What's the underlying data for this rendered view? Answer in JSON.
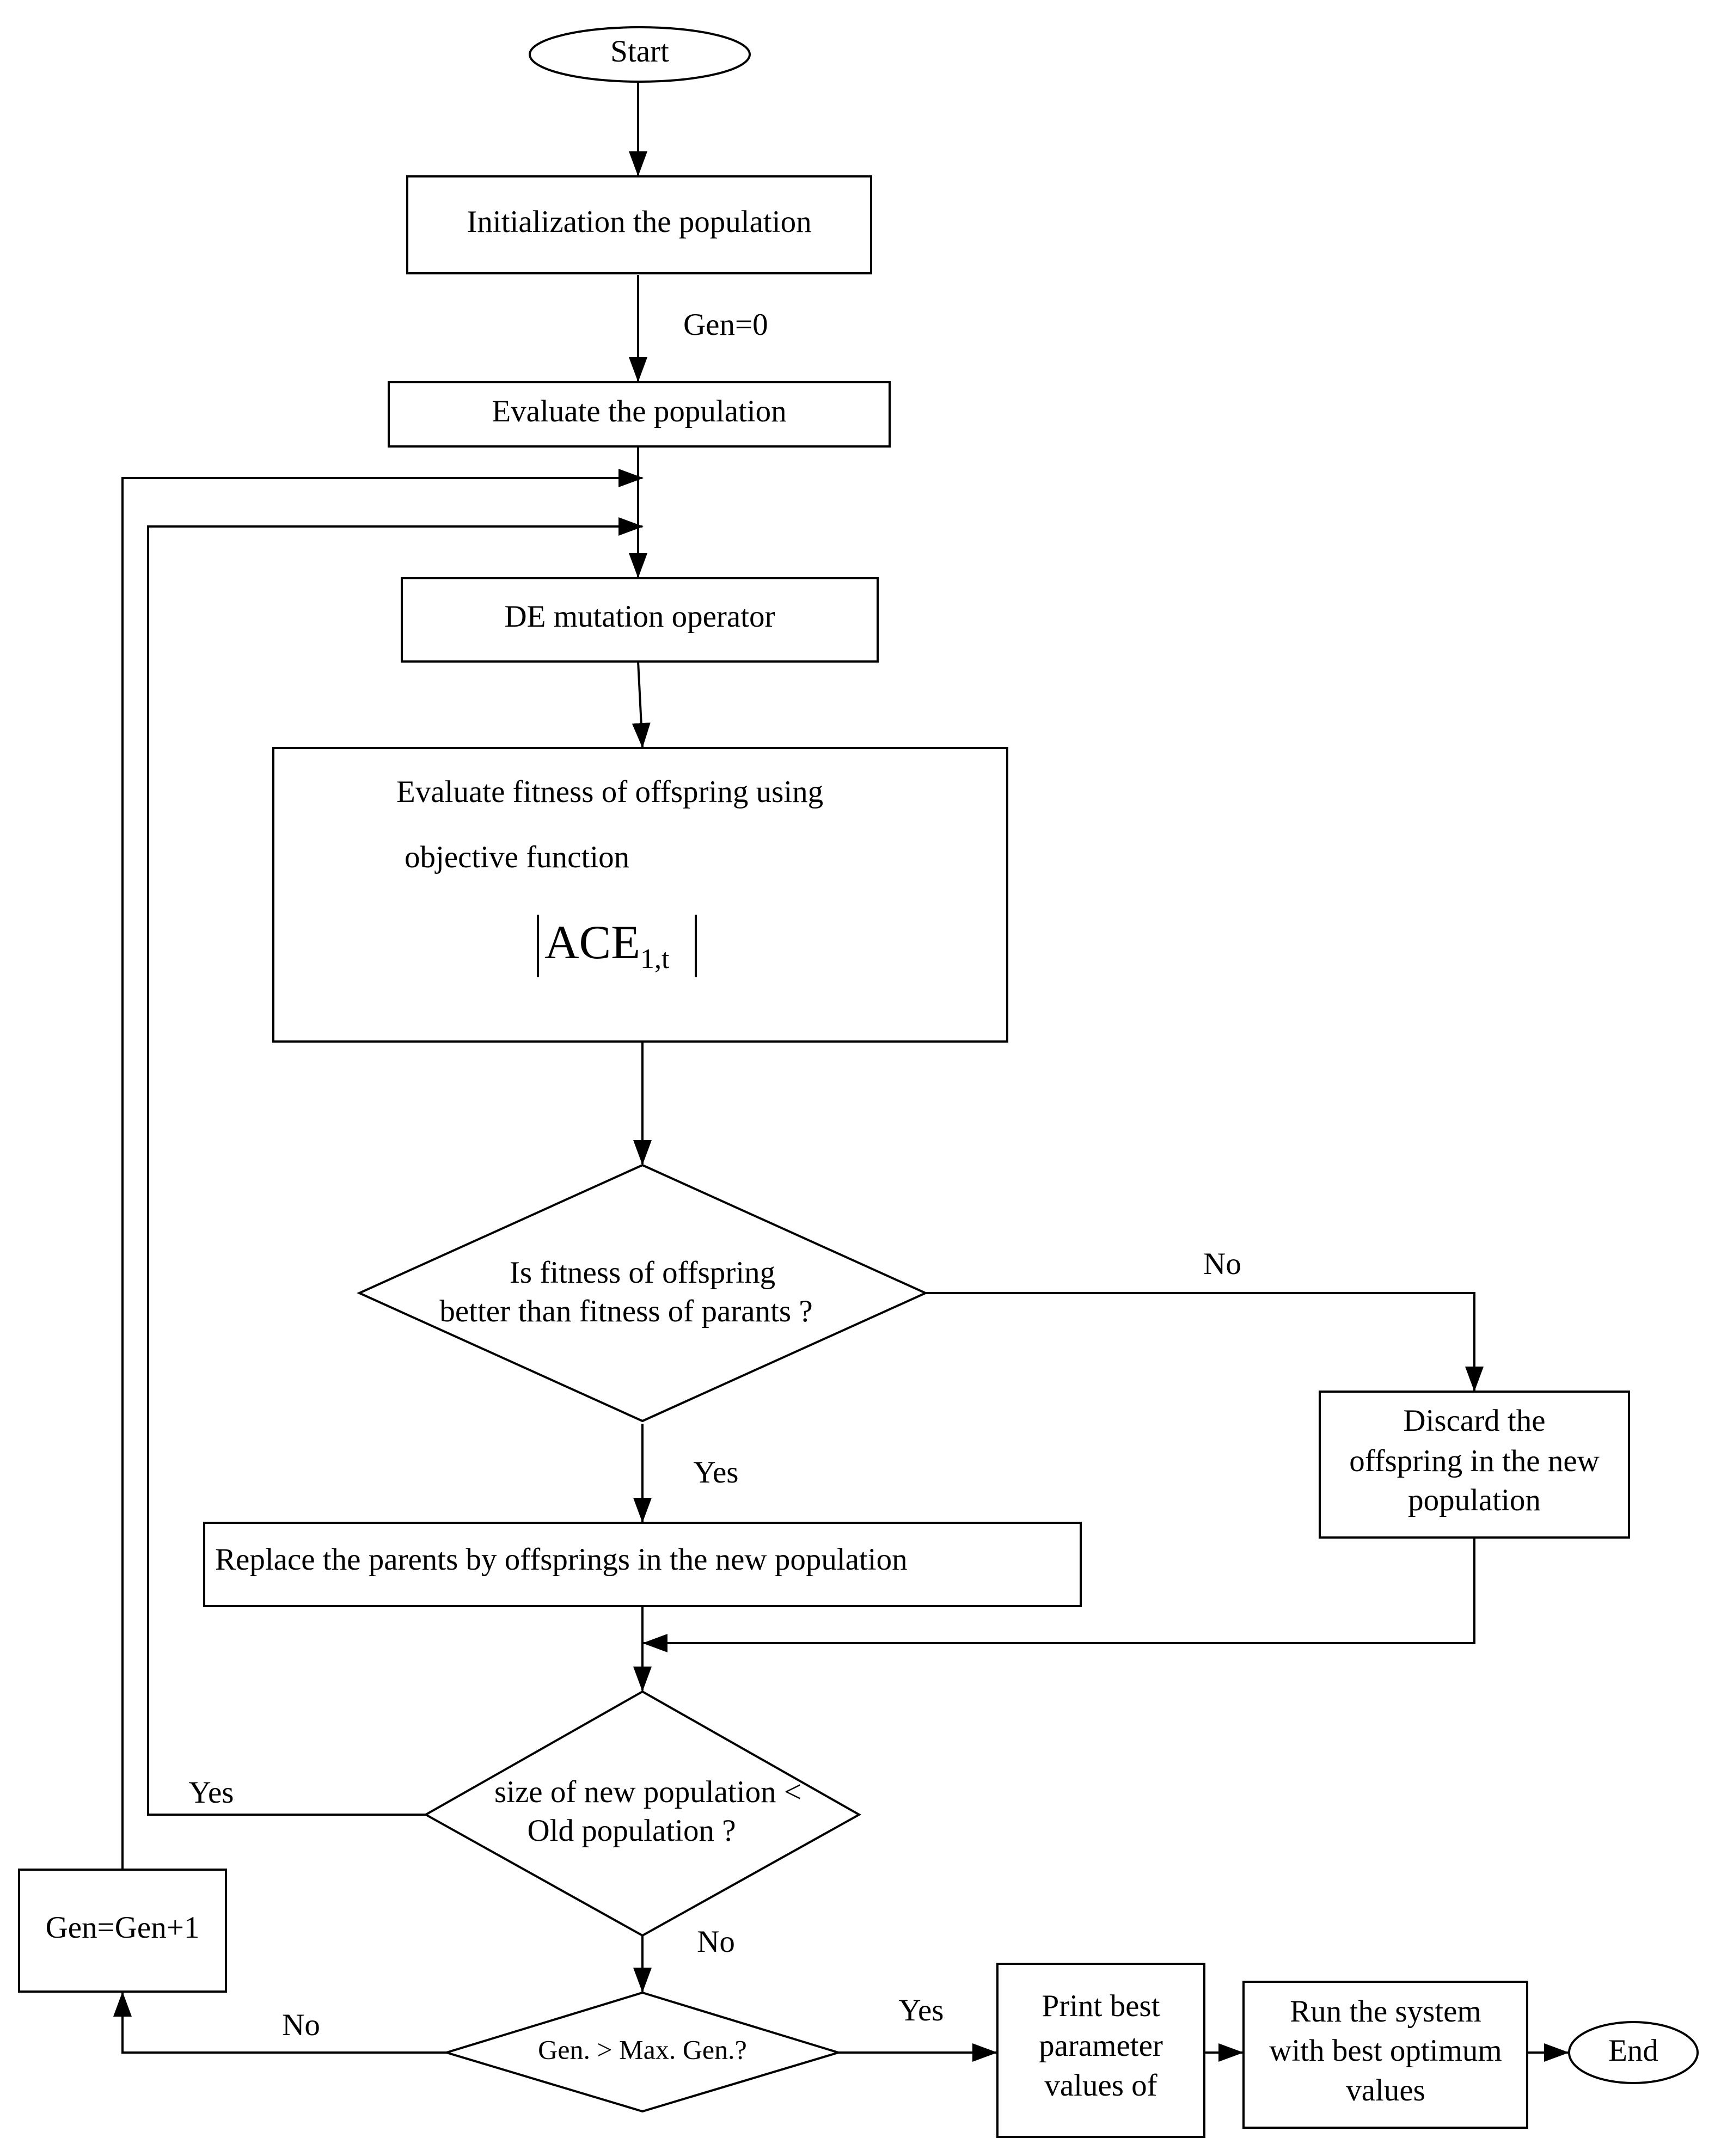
{
  "nodes": {
    "start": "Start",
    "init": "Initialization the population",
    "evaluate": "Evaluate the population",
    "mutation": "DE mutation operator",
    "fitness_line1": "Evaluate fitness of offspring using",
    "fitness_line2": "objective function",
    "fitness_expr_main": "ACE",
    "fitness_expr_sub": "1,t",
    "decision1_line1": "Is fitness of offspring",
    "decision1_line2": "better than fitness of parants ?",
    "discard_line1": "Discard the",
    "discard_line2": "offspring in the new",
    "discard_line3": "population",
    "replace": "Replace the parents by offsprings in the new population",
    "decision2_line1": "size of new population <",
    "decision2_line2": "Old population ?",
    "increment": "Gen=Gen+1",
    "decision3": "Gen. > Max. Gen.?",
    "print_line1": "Print best",
    "print_line2": "parameter",
    "print_line3": "values of",
    "run_line1": "Run the system",
    "run_line2": "with best optimum",
    "run_line3": "values",
    "end": "End"
  },
  "edges": {
    "gen0": "Gen=0",
    "no_discard": "No",
    "yes_replace": "Yes",
    "yes_loop": "Yes",
    "no_size": "No",
    "no_gen": "No",
    "yes_print": "Yes"
  }
}
